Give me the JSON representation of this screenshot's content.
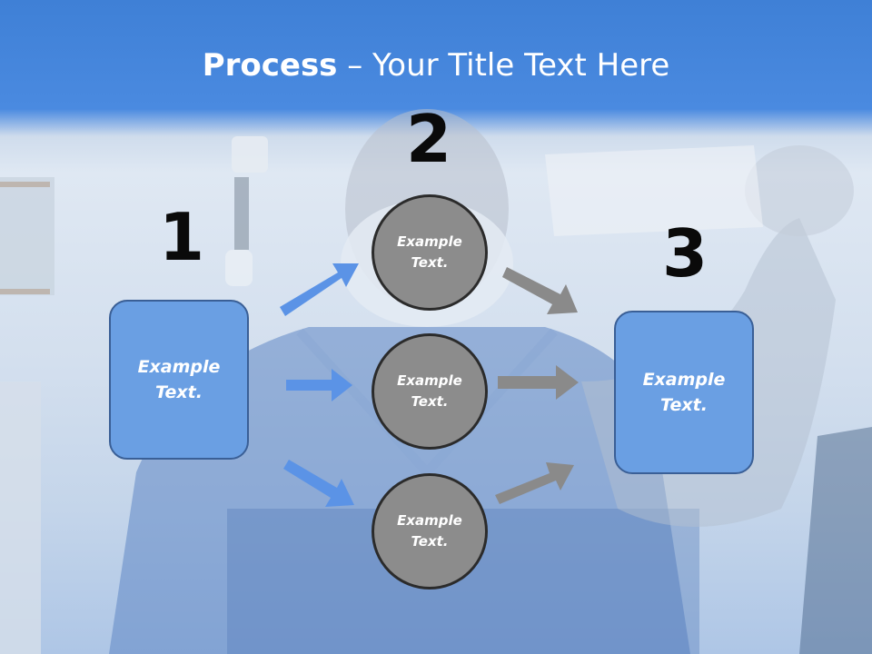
{
  "title": {
    "bold": "Process",
    "rest": " – Your Title Text Here"
  },
  "steps": [
    {
      "number": "1",
      "text": "Example\nText."
    },
    {
      "number": "2",
      "text": "Example\nText."
    },
    {
      "number": "3",
      "text": "Example\nText."
    }
  ],
  "circles": [
    {
      "text": "Example\nText."
    },
    {
      "text": "Example\nText."
    },
    {
      "text": "Example\nText."
    }
  ],
  "colors": {
    "header": "#3f80d6",
    "box": "#6a9fe3",
    "circle": "#8c8c8c",
    "arrow_blue": "#5b93e6",
    "arrow_gray": "#8a8a8a"
  }
}
